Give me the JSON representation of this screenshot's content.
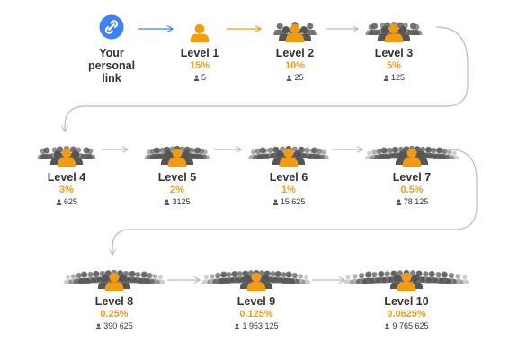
{
  "diagram": {
    "start": {
      "label_lines": [
        "Your",
        "personal",
        "link"
      ],
      "icon": "link-icon",
      "color": "#3b82f6"
    },
    "levels": [
      {
        "label": "Level 1",
        "percent": "15%",
        "count": "5"
      },
      {
        "label": "Level 2",
        "percent": "10%",
        "count": "25"
      },
      {
        "label": "Level 3",
        "percent": "5%",
        "count": "125"
      },
      {
        "label": "Level 4",
        "percent": "3%",
        "count": "625"
      },
      {
        "label": "Level 5",
        "percent": "2%",
        "count": "3125"
      },
      {
        "label": "Level 6",
        "percent": "1%",
        "count": "15 625"
      },
      {
        "label": "Level 7",
        "percent": "0.5%",
        "count": "78 125"
      },
      {
        "label": "Level 8",
        "percent": "0.25%",
        "count": "390 625"
      },
      {
        "label": "Level 9",
        "percent": "0.125%",
        "count": "1 953 125"
      },
      {
        "label": "Level 10",
        "percent": "0.0625%",
        "count": "9 765 625"
      }
    ],
    "colors": {
      "accent": "#f39c12",
      "crowd": "#555555",
      "link_blue": "#3b82f6",
      "arrow_grey": "#bbbbbb"
    },
    "icons": {
      "person": "person-icon",
      "crowd": "crowd-icon",
      "count": "person-mini-icon"
    }
  }
}
